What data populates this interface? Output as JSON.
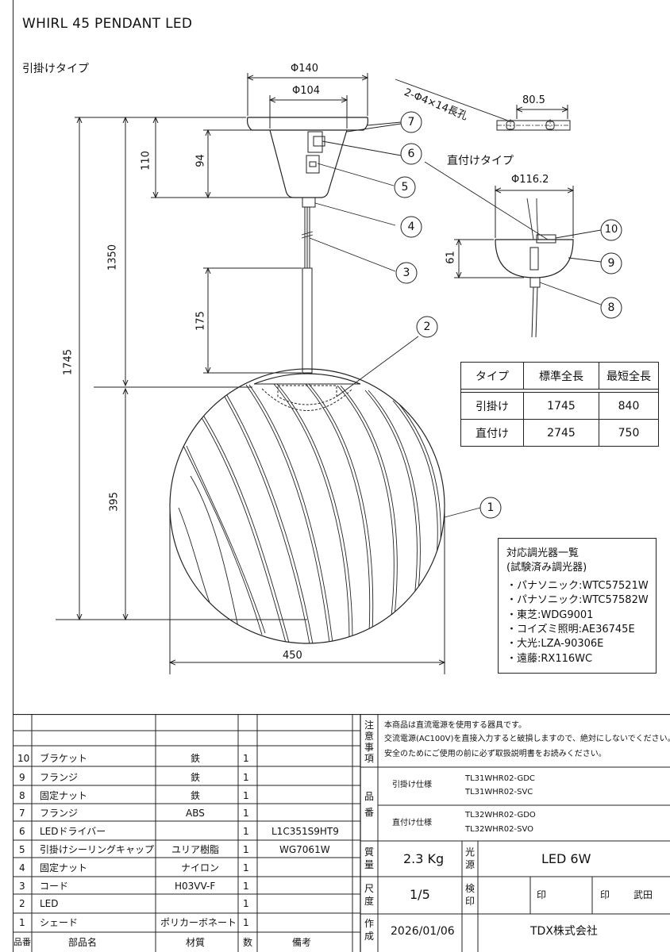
{
  "title": "WHIRL 45 PENDANT LED",
  "labels": {
    "hook_type": "引掛けタイプ",
    "direct_type": "直付けタイプ",
    "slot": "2-Φ4×14長孔"
  },
  "dimensions": {
    "d140": "Φ140",
    "d104": "Φ104",
    "d80_5": "80.5",
    "d116_2": "Φ116.2",
    "h110": "110",
    "h94": "94",
    "h1350": "1350",
    "h175": "175",
    "h1745": "1745",
    "h395": "395",
    "h61": "61",
    "w450": "450"
  },
  "callouts": [
    "1",
    "2",
    "3",
    "4",
    "5",
    "6",
    "7",
    "8",
    "9",
    "10"
  ],
  "spec_table": {
    "headers": [
      "タイプ",
      "標準全長",
      "最短全長"
    ],
    "rows": [
      [
        "引掛け",
        "1745",
        "840"
      ],
      [
        "直付け",
        "2745",
        "750"
      ]
    ]
  },
  "dimmers": {
    "title1": "対応調光器一覧",
    "title2": "(試験済み調光器)",
    "items": [
      "・パナソニック:WTC57521W",
      "・パナソニック:WTC57582W",
      "・東芝:WDG9001",
      "・コイズミ照明:AE36745E",
      "・大光:LZA-90306E",
      "・遠藤:RX116WC"
    ]
  },
  "parts": [
    {
      "no": "10",
      "name": "ブラケット",
      "material": "鉄",
      "qty": "1",
      "note": ""
    },
    {
      "no": "9",
      "name": "フランジ",
      "material": "鉄",
      "qty": "1",
      "note": ""
    },
    {
      "no": "8",
      "name": "固定ナット",
      "material": "鉄",
      "qty": "1",
      "note": ""
    },
    {
      "no": "7",
      "name": "フランジ",
      "material": "ABS",
      "qty": "1",
      "note": ""
    },
    {
      "no": "6",
      "name": "LEDドライバー",
      "material": "",
      "qty": "1",
      "note": "L1C351S9HT9"
    },
    {
      "no": "5",
      "name": "引掛けシーリングキャップ",
      "material": "ユリア樹脂",
      "qty": "1",
      "note": "WG7061W"
    },
    {
      "no": "4",
      "name": "固定ナット",
      "material": "ナイロン",
      "qty": "1",
      "note": ""
    },
    {
      "no": "3",
      "name": "コード",
      "material": "H03VV-F",
      "qty": "1",
      "note": ""
    },
    {
      "no": "2",
      "name": "LED",
      "material": "",
      "qty": "1",
      "note": ""
    },
    {
      "no": "1",
      "name": "シェード",
      "material": "ポリカーボネート",
      "qty": "1",
      "note": ""
    }
  ],
  "parts_header": {
    "no": "品番",
    "name": "部品名",
    "material": "材質",
    "qty": "数",
    "note": "備考"
  },
  "notes": {
    "label": [
      "注",
      "意",
      "事",
      "項"
    ],
    "lines": [
      "本商品は直流電源を使用する器具です。",
      "交流電源(AC100V)を直接入力すると破損しますので、絶対にしないでください。",
      "安全のためにご使用の前に必ず取扱説明書をお読みください。"
    ]
  },
  "product_no": {
    "label": [
      "品",
      "番"
    ],
    "hook_label": "引掛け仕様",
    "hook_codes": [
      "TL31WHR02-GDC",
      "TL31WHR02-SVC"
    ],
    "direct_label": "直付け仕様",
    "direct_codes": [
      "TL32WHR02-GDO",
      "TL32WHR02-SVO"
    ]
  },
  "mass": {
    "label": [
      "質",
      "量"
    ],
    "value": "2.3 Kg"
  },
  "light_source": {
    "label": [
      "光",
      "源"
    ],
    "value": "LED 6W"
  },
  "scale": {
    "label": [
      "尺",
      "度"
    ],
    "value": "1/5"
  },
  "inspection": {
    "label": [
      "検",
      "印"
    ],
    "seal1": "印",
    "seal2": "印",
    "name": "武田"
  },
  "created": {
    "label": [
      "作",
      "成"
    ],
    "date": "2026/01/06",
    "company": "TDX株式会社"
  }
}
